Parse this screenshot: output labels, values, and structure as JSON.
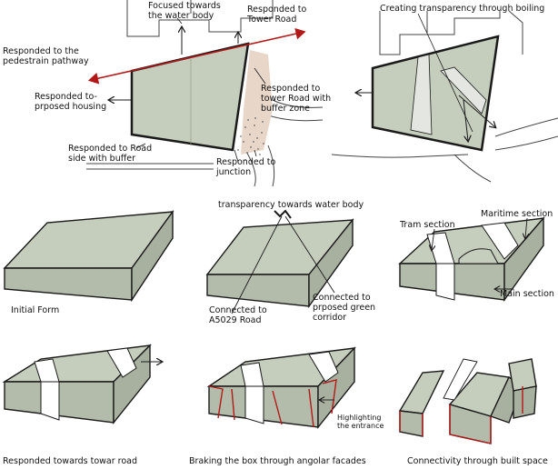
{
  "site_plan_1": {
    "labels": {
      "water_body": "Focused towards\nthe water body",
      "tower_road": "Responded to\nTower Road",
      "pedestrian": "Responded to the\npedestrain pathway",
      "housing": "Responded to-\nprposed housing",
      "tower_buffer": "Responded to\ntower Road with\nbuffer zone",
      "road_side": "Responded to Road\nside with buffer",
      "junction": "Responded to\njunction"
    }
  },
  "site_plan_2": {
    "title": "Creating transparency through boiling"
  },
  "massing": {
    "initial": {
      "caption": "Initial Form"
    },
    "second": {
      "top_label": "transparency towards water body",
      "a5029": "Connected to\nA5029 Road",
      "green": "Connected to\nprposed green\ncorridor"
    },
    "third": {
      "tram": "Tram section",
      "maritime": "Maritime section",
      "main": "Main section"
    },
    "fourth": {
      "caption": "Responded towards towar road"
    },
    "fifth": {
      "caption": "Braking the box through angolar facades",
      "entrance": "Highlighting\nthe entrance"
    },
    "sixth": {
      "caption": "Connectivity through built space"
    }
  },
  "colors": {
    "mass_fill": "#c5cdbd",
    "mass_side": "#b3bcab",
    "ink": "#1a1a1a",
    "accent_red": "#b31818",
    "buffer": "#e8d6c8"
  }
}
